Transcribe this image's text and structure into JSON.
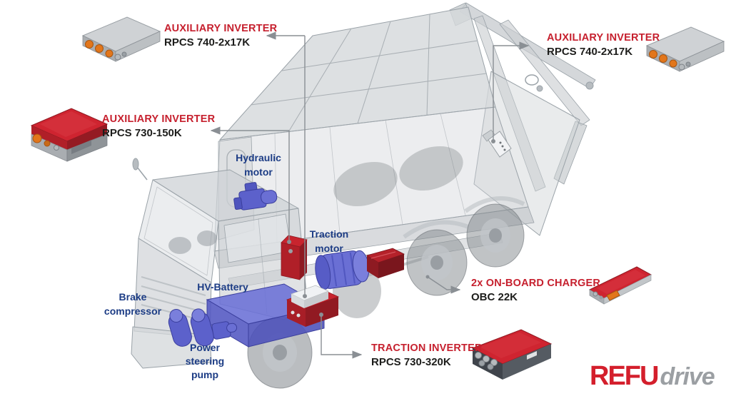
{
  "colors": {
    "accent_red": "#c6202e",
    "label_blue": "#1c3c85",
    "text_dark": "#1d1d1b",
    "leader_gray": "#8a8f94",
    "truck_gray": "#d2d5d8",
    "component_blue": "#5c61cb",
    "component_red": "#b5212a",
    "logo_red": "#d41f2c",
    "logo_gray": "#9b9fa3"
  },
  "callouts": {
    "aux_top_left": {
      "title": "AUXILIARY INVERTER",
      "model": "RPCS 740-2x17K"
    },
    "aux_left": {
      "title": "AUXILIARY INVERTER",
      "model": "RPCS 730-150K"
    },
    "aux_top_right": {
      "title": "AUXILIARY INVERTER",
      "model": "RPCS 740-2x17K"
    },
    "onboard_charger": {
      "title": "2x ON-BOARD CHARGER",
      "model": "OBC 22K"
    },
    "traction_inverter": {
      "title": "TRACTION INVERTER",
      "model": "RPCS 730-320K"
    }
  },
  "truck_labels": {
    "hydraulic_motor": {
      "line1": "Hydraulic",
      "line2": "motor"
    },
    "traction_motor": {
      "line1": "Traction",
      "line2": "motor"
    },
    "hv_battery": {
      "line1": "HV-Battery"
    },
    "brake_compressor": {
      "line1": "Brake",
      "line2": "compressor"
    },
    "power_steering_pump": {
      "line1": "Power",
      "line2": "steering",
      "line3": "pump"
    }
  },
  "logo": {
    "refu": "REFU",
    "drive": "drive"
  }
}
